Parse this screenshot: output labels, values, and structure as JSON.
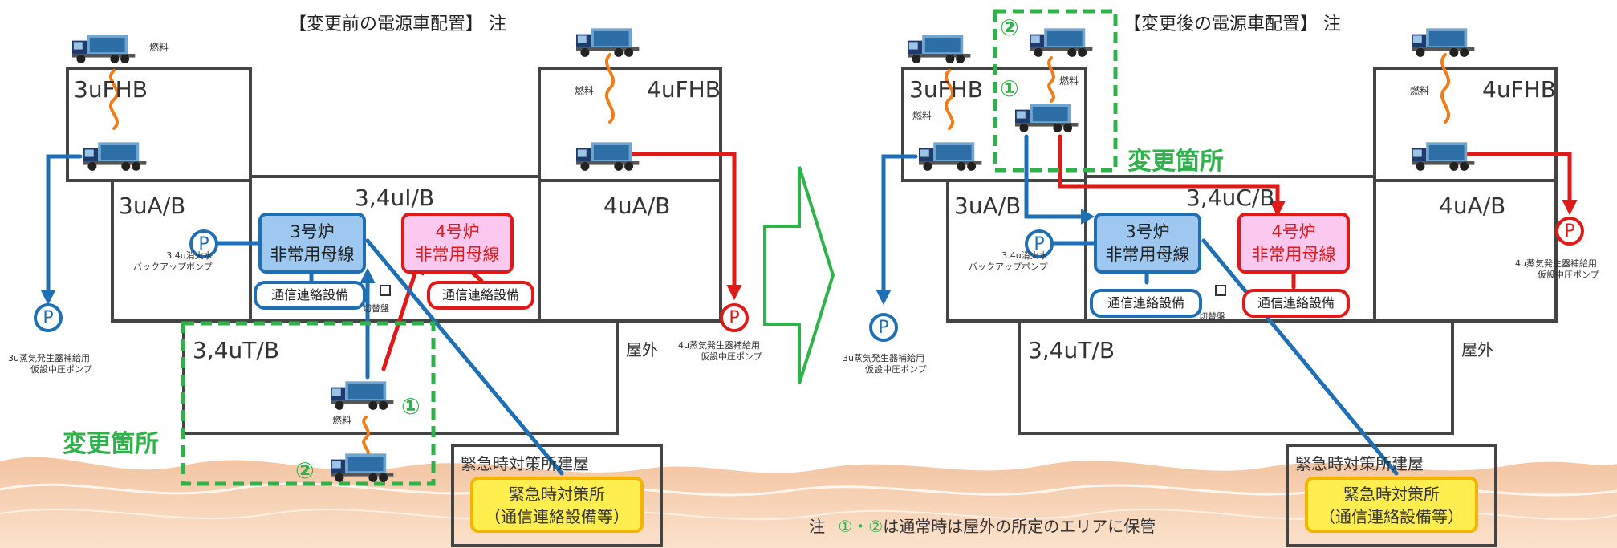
{
  "before": {
    "title": "【変更前の電源車配置】 注",
    "rooms": {
      "fhb3": "3uFHB",
      "fhb4": "4uFHB",
      "ab3": "3uA/B",
      "ab4": "4uA/B",
      "ib34": "3,4uI/B",
      "tb34": "3,4uT/B",
      "outside": "屋外",
      "ec_building": "緊急時対策所建屋"
    },
    "bus3": {
      "line1": "3号炉",
      "line2": "非常用母線"
    },
    "bus4": {
      "line1": "4号炉",
      "line2": "非常用母線"
    },
    "comm3": "通信連絡設備",
    "comm4": "通信連絡設備",
    "switchboard": "切替盤",
    "fire_pump": {
      "line1": "3.4u消火水",
      "line2": "バックアップポンプ"
    },
    "pump3_label": {
      "line1": "3u蒸気発生器補給用",
      "line2": "仮設中圧ポンプ"
    },
    "pump4_label": {
      "line1": "4u蒸気発生器補給用",
      "line2": "仮設中圧ポンプ"
    },
    "fuel": "燃料",
    "change_label": "変更箇所",
    "num1": "①",
    "num2": "②",
    "ec": {
      "line1": "緊急時対策所",
      "line2": "（通信連絡設備等）"
    },
    "pump_symbol": "P"
  },
  "after": {
    "title": "【変更後の電源車配置】 注",
    "rooms": {
      "fhb3": "3uFHB",
      "fhb4": "4uFHB",
      "ab3": "3uA/B",
      "ab4": "4uA/B",
      "cb34": "3,4uC/B",
      "tb34": "3,4uT/B",
      "outside": "屋外",
      "ec_building": "緊急時対策所建屋"
    },
    "bus3": {
      "line1": "3号炉",
      "line2": "非常用母線"
    },
    "bus4": {
      "line1": "4号炉",
      "line2": "非常用母線"
    },
    "comm3": "通信連絡設備",
    "comm4": "通信連絡設備",
    "switchboard": "切替盤",
    "fire_pump": {
      "line1": "3.4u消火水",
      "line2": "バックアップポンプ"
    },
    "pump3_label": {
      "line1": "3u蒸気発生器補給用",
      "line2": "仮設中圧ポンプ"
    },
    "pump4_label": {
      "line1": "4u蒸気発生器補給用",
      "line2": "仮設中圧ポンプ"
    },
    "fuel": "燃料",
    "change_label": "変更箇所",
    "num1": "①",
    "num2": "②",
    "ec": {
      "line1": "緊急時対策所",
      "line2": "（通信連絡設備等）"
    },
    "pump_symbol": "P"
  },
  "note": {
    "prefix": "注",
    "nums": "①・②",
    "text": "は通常時は屋外の所定のエリアに保管"
  },
  "colors": {
    "blue": "#1f6fb5",
    "red": "#e01919",
    "orange": "#f07d1a",
    "green": "#2db34a",
    "ground": "#f6d0b0"
  }
}
